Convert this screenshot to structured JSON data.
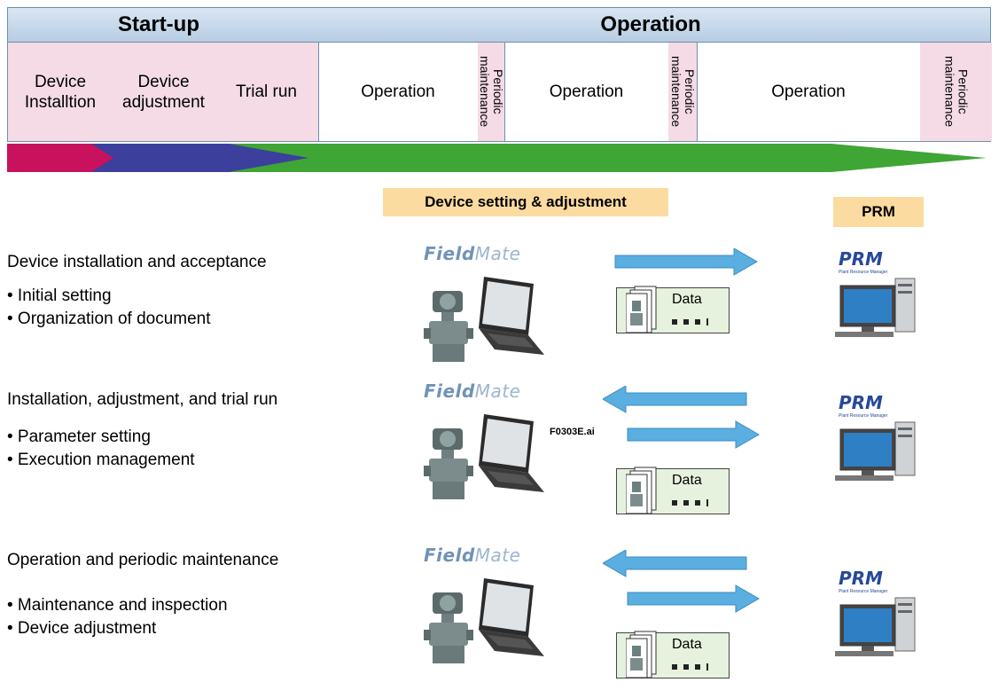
{
  "phases": {
    "startup": "Start-up",
    "operation": "Operation"
  },
  "stages": [
    {
      "label": "Device\nInstalltion",
      "pink": true
    },
    {
      "label": "Device\nadjustment",
      "pink": true
    },
    {
      "label": "Trial run",
      "pink": true
    },
    {
      "label": "Operation",
      "pink": false
    },
    {
      "label": "Periodic\nmaintenance",
      "pink": true
    },
    {
      "label": "Operation",
      "pink": false
    },
    {
      "label": "Periodic\nmaintenance",
      "pink": true
    },
    {
      "label": "Operation",
      "pink": false
    },
    {
      "label": "Periodic\nmaintenance",
      "pink": true
    }
  ],
  "colors": {
    "install_arrow": "#c8125e",
    "adjust_arrow": "#3d3f9c",
    "operation_arrow": "#3fa535",
    "flow_arrow": "#5aaee0",
    "tag_bg": "#fbdba0",
    "header_bg": "#c7d9ec",
    "stage_pink": "#f4dbe6"
  },
  "tags": {
    "device_setting": "Device setting & adjustment",
    "prm": "PRM"
  },
  "sections": [
    {
      "title": "Device installation and acceptance",
      "bullets": [
        "• Initial setting",
        "• Organization of document"
      ],
      "arrows": [
        "right"
      ]
    },
    {
      "title": "Installation, adjustment, and trial run",
      "bullets": [
        "• Parameter setting",
        "• Execution management"
      ],
      "arrows": [
        "left",
        "right"
      ]
    },
    {
      "title": "Operation and periodic maintenance",
      "bullets": [
        "• Maintenance and inspection",
        "• Device adjustment"
      ],
      "arrows": [
        "left",
        "right"
      ]
    }
  ],
  "logos": {
    "fieldmate_bold": "Field",
    "fieldmate_thin": "Mate",
    "prm": "PRM",
    "prm_sub": "Plant Resource Manager"
  },
  "data_label": "Data",
  "file_code": "F0303E.ai",
  "icons": [
    "transmitter-icon",
    "laptop-icon",
    "desktop-pc-icon",
    "document-icon"
  ]
}
